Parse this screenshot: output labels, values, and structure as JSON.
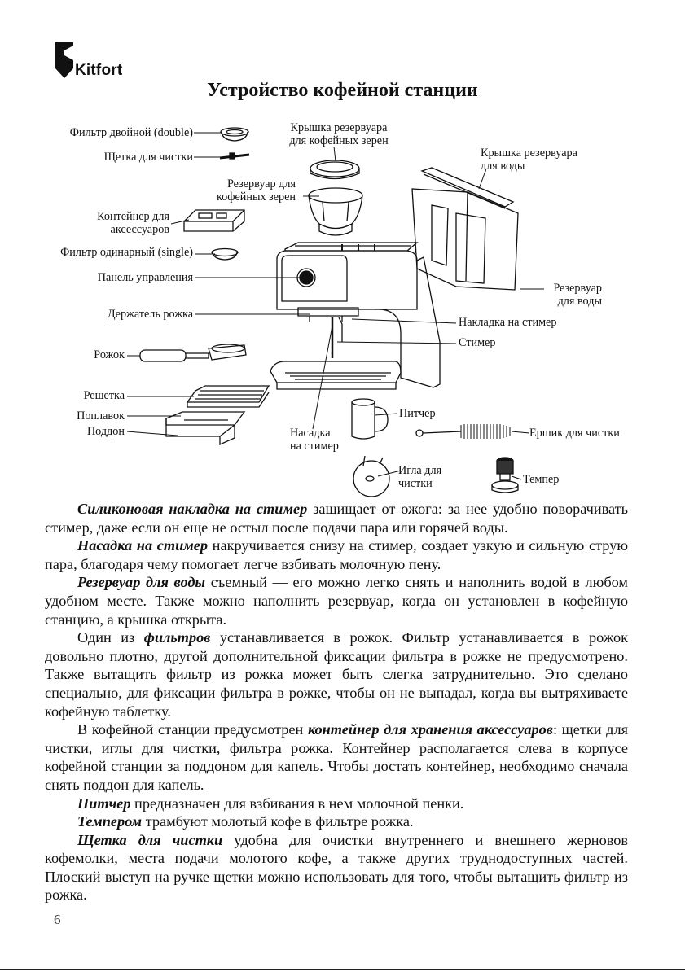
{
  "brand": {
    "name": "Kitfort"
  },
  "title": "Устройство кофейной станции",
  "labels": {
    "filter_double": "Фильтр двойной (double)",
    "brush": "Щетка для чистки",
    "bean_lid_1": "Крышка резервуара",
    "bean_lid_2": "для кофейных зерен",
    "bean_tank_1": "Резервуар для",
    "bean_tank_2": "кофейных зерен",
    "water_lid_1": "Крышка резервуара",
    "water_lid_2": "для воды",
    "acc_container_1": "Контейнер для",
    "acc_container_2": "аксессуаров",
    "filter_single": "Фильтр одинарный (single)",
    "control_panel": "Панель управления",
    "water_tank_1": "Резервуар",
    "water_tank_2": "для воды",
    "holder": "Держатель рожка",
    "steam_cover": "Накладка на стимер",
    "steamer": "Стимер",
    "portafilter": "Рожок",
    "grid": "Решетка",
    "float": "Поплавок",
    "tray": "Поддон",
    "pitcher": "Питчер",
    "nozzle_1": "Насадка",
    "nozzle_2": "на стимер",
    "bottle_brush": "Ершик для чистки",
    "needle_1": "Игла для",
    "needle_2": "чистки",
    "tamper": "Темпер"
  },
  "paragraphs": [
    {
      "bold": "Силиконовая накладка на стимер",
      "text": " защищает от ожога: за нее удобно поворачивать стимер, даже если он еще не остыл после подачи пара или горячей воды."
    },
    {
      "bold": "Насадка на стимер",
      "text": " накручивается снизу на стимер, создает узкую и сильную струю пара, благодаря чему помогает легче взбивать молочную пену."
    },
    {
      "bold": "Резервуар для воды",
      "text": " съемный — его можно легко снять и наполнить водой в любом удобном месте. Также можно наполнить резервуар, когда он установлен в кофейную станцию, а крышка открыта."
    },
    {
      "pre": "Один из ",
      "bold": "фильтров",
      "text": " устанавливается в рожок. Фильтр устанавливается в рожок довольно плотно, другой дополнительной фиксации фильтра в рожке не предусмотрено. Также вытащить фильтр из рожка может быть слегка затруднительно. Это сделано специально, для фиксации фильтра в рожке, чтобы он не выпадал, когда вы вытряхиваете кофейную таблетку."
    },
    {
      "pre": "В кофейной станции предусмотрен ",
      "bold": "контейнер для хранения аксессуаров",
      "text": ": щетки для чистки, иглы для чистки, фильтра рожка. Контейнер располагается слева в корпусе кофейной станции за поддоном для капель. Чтобы достать контейнер, необходимо сначала снять поддон для капель."
    },
    {
      "bold": "Питчер",
      "text": " предназначен для взбивания в нем молочной пенки."
    },
    {
      "bold": "Темпером",
      "text": " трамбуют молотый кофе в фильтре рожка."
    },
    {
      "bold": "Щетка для чистки",
      "text": " удобна для очистки внутреннего и внешнего жерновов кофемолки, места подачи молотого кофе, а также других труднодоступных частей. Плоский выступ на ручке щетки можно использовать для того, чтобы вытащить фильтр из рожка."
    }
  ],
  "page_number": "6"
}
